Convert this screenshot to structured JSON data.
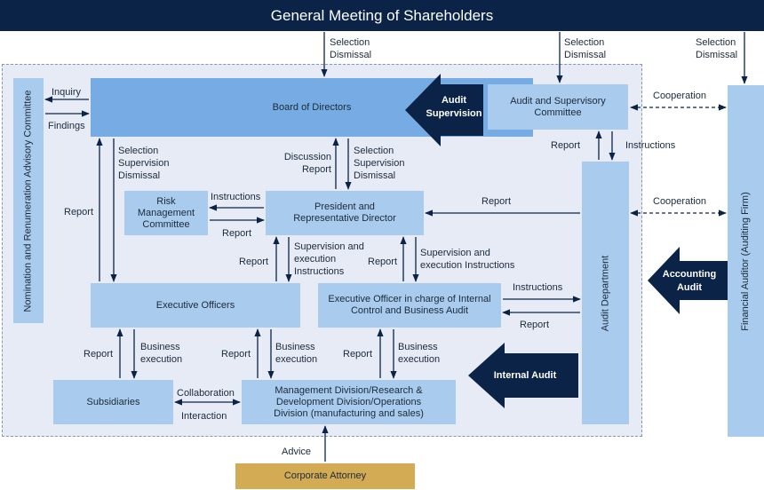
{
  "title": "General Meeting of Shareholders",
  "boxes": {
    "board": "Board of Directors",
    "audit_committee": "Audit and Supervisory Committee",
    "nomination": "Nomination and Renumeration Advisory Committee",
    "risk": "Risk Management Committee",
    "president": "President and Representative Director",
    "executive_officers": "Executive Officers",
    "eo_internal": "Executive Officer in charge of Internal Control and Business Audit",
    "subsidiaries": "Subsidiaries",
    "management": "Management Division/Research & Development Division/Operations Division (manufacturing and sales)",
    "audit_dept": "Audit Department",
    "auditor": "Financial Auditor (Auditing Firm)",
    "attorney": "Corporate Attorney"
  },
  "big_arrows": {
    "audit_supervision": "Audit Supervision",
    "accounting_audit": "Accounting Audit",
    "internal_audit": "Internal Audit"
  },
  "labels": {
    "sel_dis_1": "Selection Dismissal",
    "sel_dis_2": "Selection Dismissal",
    "sel_dis_3": "Selection Dismissal",
    "inquiry": "Inquiry",
    "findings": "Findings",
    "cooperation_1": "Cooperation",
    "cooperation_2": "Cooperation",
    "report_ac": "Report",
    "instructions_ac": "Instructions",
    "sel_sup_dis_1": "Selection Supervision Dismissal",
    "discussion_report": "Discussion Report",
    "sel_sup_dis_2": "Selection Supervision Dismissal",
    "report_left": "Report",
    "instructions_risk": "Instructions",
    "report_risk": "Report",
    "report_president": "Report",
    "report_eo": "Report",
    "sup_exec_1": "Supervision and execution Instructions",
    "report_eoi": "Report",
    "sup_exec_2": "Supervision and execution Instructions",
    "instructions_ad": "Instructions",
    "report_ad": "Report",
    "report_sub": "Report",
    "biz_exec_1": "Business execution",
    "report_mgmt_1": "Report",
    "biz_exec_2": "Business execution",
    "report_mgmt_2": "Report",
    "biz_exec_3": "Business execution",
    "collaboration": "Collaboration",
    "interaction": "Interaction",
    "advice": "Advice"
  },
  "colors": {
    "navy": "#0b2346",
    "light_box": "#a9cbee",
    "mid_box": "#76ace3",
    "gold": "#d4ab55",
    "panel": "#e6ebf6"
  }
}
